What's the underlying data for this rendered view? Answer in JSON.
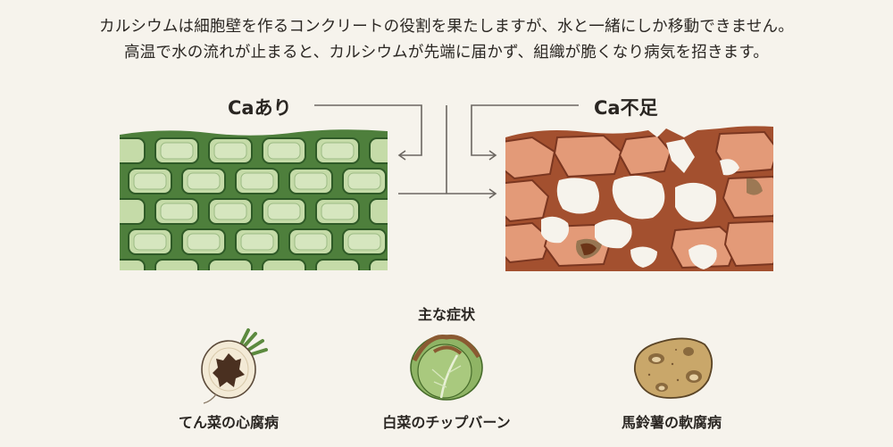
{
  "intro": {
    "line1": "カルシウムは細胞壁を作るコンクリートの役割を果たしますが、水と一緒にしか移動できません。",
    "line2": "高温で水の流れが止まると、カルシウムが先端に届かず、組織が脆くなり病気を招きます。"
  },
  "comparison": {
    "left": {
      "label": "Caあり",
      "color": "#5f8f4a",
      "fill": "#c5dba8"
    },
    "right": {
      "label": "Ca不足",
      "color": "#b5583a",
      "fill": "#e39a78"
    }
  },
  "symptoms": {
    "title": "主な症状",
    "items": [
      {
        "label": "てん菜の心腐病",
        "icon": "sugar-beet-heart-rot-icon"
      },
      {
        "label": "白菜のチップバーン",
        "icon": "chinese-cabbage-tipburn-icon"
      },
      {
        "label": "馬鈴薯の軟腐病",
        "icon": "potato-soft-rot-icon"
      }
    ]
  },
  "colors": {
    "background": "#f6f3ec",
    "text": "#2a2622",
    "connector": "#6b6661"
  }
}
